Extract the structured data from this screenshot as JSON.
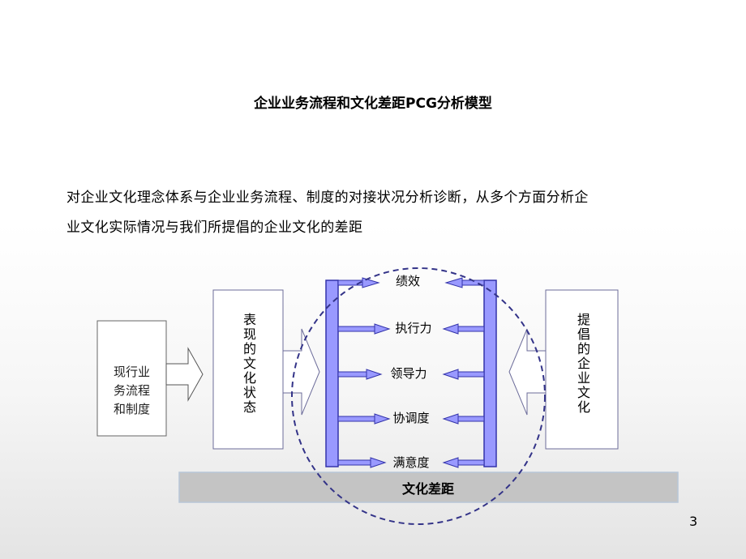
{
  "title": "企业业务流程和文化差距PCG分析模型",
  "description": {
    "line1": "对企业文化理念体系与企业业务流程、制度的对接状况分析诊断，从多个方面分析企",
    "line2": "业文化实际情况与我们所提倡的企业文化的差距"
  },
  "diagram": {
    "left_box": {
      "line1": "现行业",
      "line2": "务流程",
      "line3": "和制度"
    },
    "middle_box": "表现的文化状态",
    "right_box": "提倡的企业文化",
    "items": [
      "绩效",
      "执行力",
      "领导力",
      "协调度",
      "满意度"
    ],
    "bottom_bar": "文化差距"
  },
  "page_number": "3",
  "colors": {
    "accent_fill": "#9999ff",
    "accent_stroke": "#3333aa",
    "circle_dash": "#333388",
    "box_stroke": "#6c6c9a",
    "bar_fill": "#c4c4c4"
  }
}
